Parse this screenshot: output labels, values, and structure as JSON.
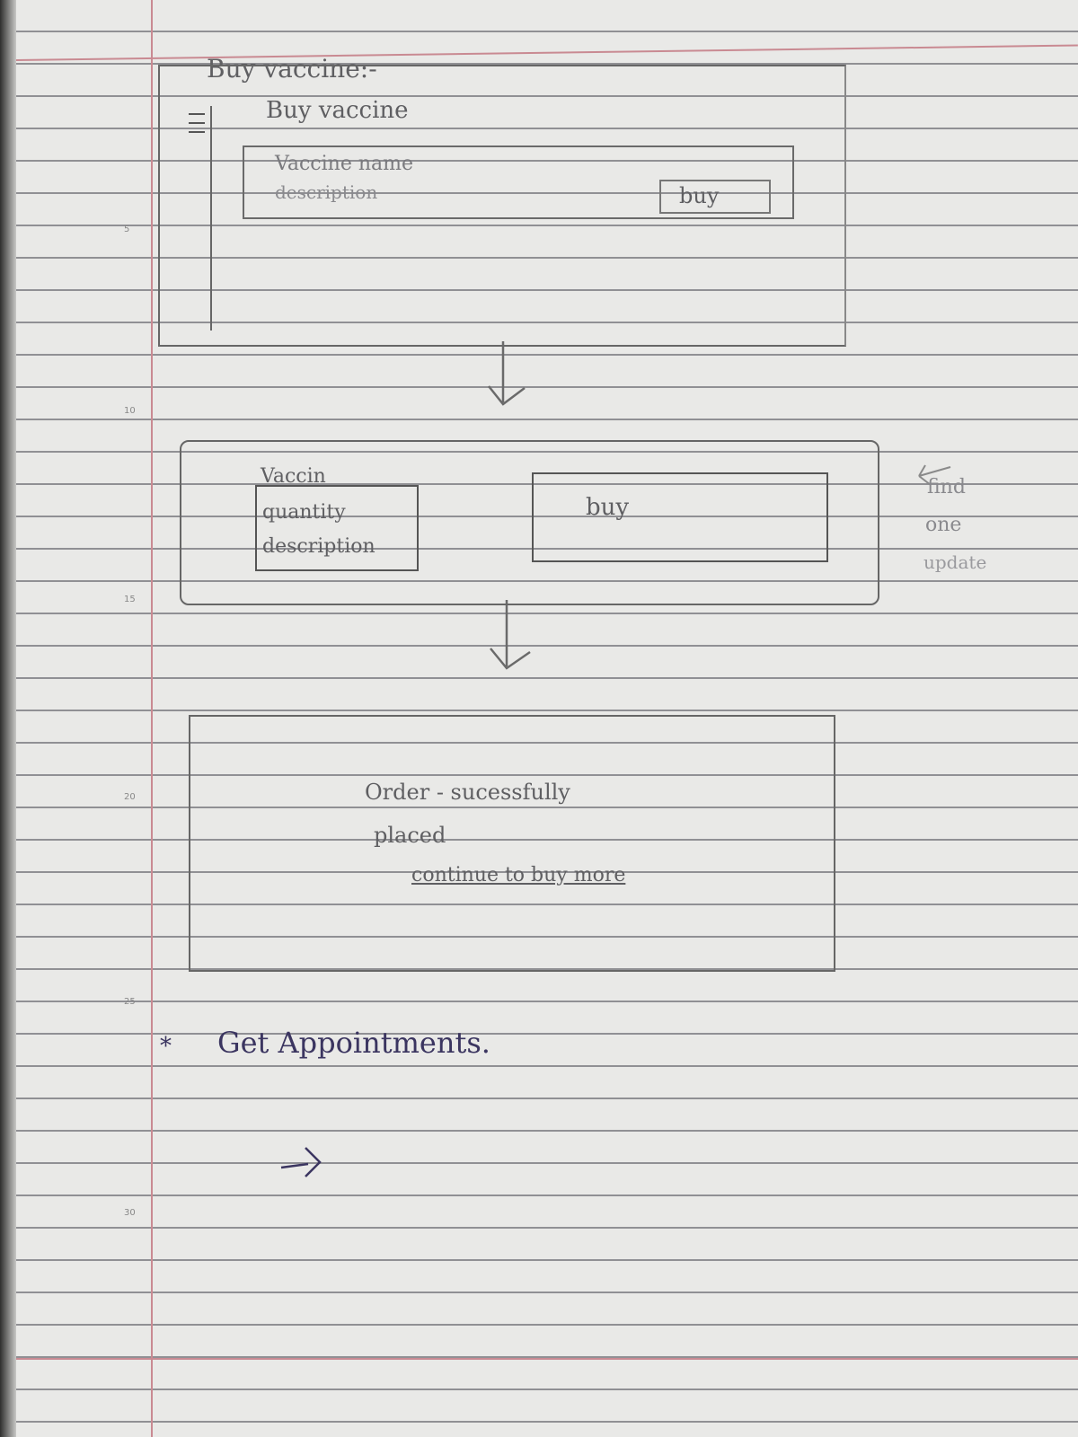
{
  "page": {
    "title": "Buy vaccine:-",
    "screen1": {
      "header": "Buy vaccine",
      "card": {
        "name": "Vaccine name",
        "description": "description",
        "buy_button": "buy"
      }
    },
    "screen2": {
      "details": [
        "Vaccin",
        "quantity",
        "description"
      ],
      "buy_button": "buy",
      "side_note": [
        "find",
        "one",
        "update"
      ]
    },
    "screen3": {
      "message_line1": "Order - sucessfully",
      "message_line2": "placed",
      "continue_link": "continue to buy more"
    },
    "section2_bullet": "*",
    "section2_title": "Get Appointments.",
    "pen_arrow": "->",
    "line_numbers": [
      "5",
      "10",
      "15",
      "20",
      "25",
      "30"
    ]
  }
}
